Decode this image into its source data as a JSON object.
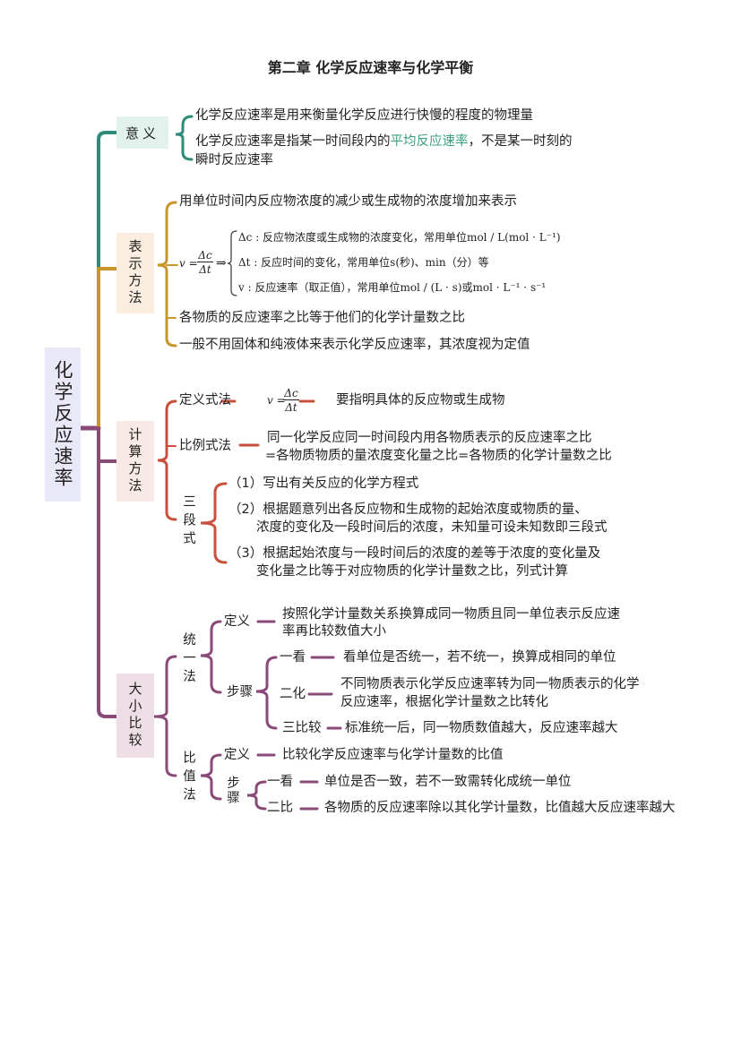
{
  "title": "第二章 化学反应速率与化学平衡",
  "root": "化学反应速率",
  "colors": {
    "meaning": "#2e8b7a",
    "expression": "#c9962a",
    "calculation": "#c9503a",
    "comparison": "#8a4a78",
    "highlight": "#3aa17e"
  },
  "meaning": {
    "label": "意义",
    "item1": "化学反应速率是用来衡量化学反应进行快慢的程度的物理量",
    "item2_pre": "化学反应速率是指某一时间段内的",
    "item2_highlight": "平均反应速率",
    "item2_post": "，不是某一时刻的",
    "item2_line2": "瞬时反应速率"
  },
  "expression": {
    "label": "表示方法",
    "item1": "用单位时间内反应物浓度的减少或生成物的浓度增加来表示",
    "formula_lhs": "v =",
    "formula_num": "Δc",
    "formula_den": "Δt",
    "formula_arrow": "⇒",
    "def1": "Δc : 反应物浓度或生成物的浓度变化，常用单位mol / L(mol · L⁻¹)",
    "def2": "Δt : 反应时间的变化，常用单位s(秒)、min（分）等",
    "def3": "v : 反应速率（取正值），常用单位mol / (L · s)或mol · L⁻¹ · s⁻¹",
    "item3": "各物质的反应速率之比等于他们的化学计量数之比",
    "item4": "一般不用固体和纯液体来表示化学反应速率，其浓度视为定值"
  },
  "calculation": {
    "label": "计算方法",
    "def_method": "定义式法",
    "def_formula_lhs": "v =",
    "def_formula_num": "Δc",
    "def_formula_den": "Δt",
    "def_note": "要指明具体的反应物或生成物",
    "ratio_method": "比例式法",
    "ratio_line1": "同一化学反应同一时间段内用各物质表示的反应速率之比",
    "ratio_line2": "=各物质物质的量浓度变化量之比=各物质的化学计量数之比",
    "three_step": "三段式",
    "step1": "（1）写出有关反应的化学方程式",
    "step2_line1": "（2）根据题意列出各反应物和生成物的起始浓度或物质的量、",
    "step2_line2": "浓度的变化及一段时间后的浓度，未知量可设未知数即三段式",
    "step3_line1": "（3）根据起始浓度与一段时间后的浓度的差等于浓度的变化量及",
    "step3_line2": "变化量之比等于对应物质的化学计量数之比，列式计算"
  },
  "comparison": {
    "label": "大小比较",
    "unify": {
      "label": "统一法",
      "def_label": "定义",
      "def_line1": "按照化学计量数关系换算成同一物质且同一单位表示反应速",
      "def_line2": "率再比较数值大小",
      "steps_label": "步骤",
      "s1_label": "一看",
      "s1_text": "看单位是否统一，若不统一，换算成相同的单位",
      "s2_label": "二化",
      "s2_line1": "不同物质表示化学反应速率转为同一物质表示的化学",
      "s2_line2": "反应速率，根据化学计量数之比转化",
      "s3_label": "三比较",
      "s3_text": "标准统一后，同一物质数值越大，反应速率越大"
    },
    "ratio": {
      "label": "比值法",
      "def_label": "定义",
      "def_text": "比较化学反应速率与化学计量数的比值",
      "steps_label": "步骤",
      "s1_label": "一看",
      "s1_text": "单位是否一致，若不一致需转化成统一单位",
      "s2_label": "二比",
      "s2_text": "各物质的反应速率除以其化学计量数，比值越大反应速率越大"
    }
  }
}
